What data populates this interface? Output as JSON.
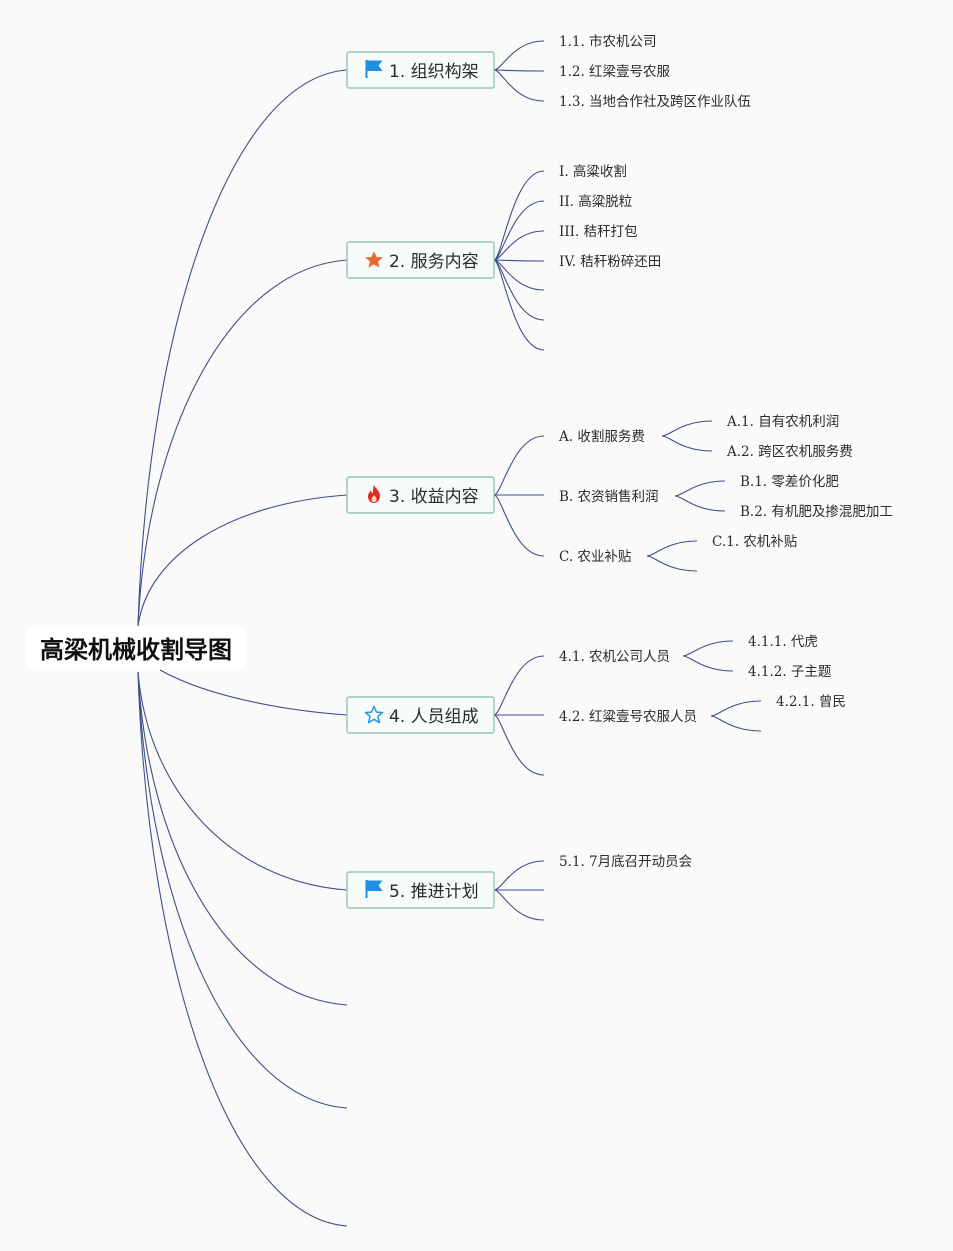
{
  "title": "高梁机械收割导图",
  "colors": {
    "edge": "#3e4f8c",
    "box_border": "#93c4bd",
    "flag": "#1f8fe0",
    "star_orange": "#e8692d",
    "fire": "#e8281a",
    "star_outline": "#1f9ae0"
  },
  "branches": [
    {
      "icon": "flag-icon",
      "label": "1. 组织构架",
      "children": [
        {
          "label": "1.1. 市农机公司",
          "children": []
        },
        {
          "label": "1.2. 红梁壹号农服",
          "children": []
        },
        {
          "label": "1.3. 当地合作社及跨区作业队伍",
          "children": []
        }
      ]
    },
    {
      "icon": "star-icon",
      "label": "2. 服务内容",
      "children": [
        {
          "label": "I. 高粱收割",
          "children": []
        },
        {
          "label": "II. 高粱脱粒",
          "children": []
        },
        {
          "label": "III. 秸秆打包",
          "children": []
        },
        {
          "label": "IV. 秸秆粉碎还田",
          "children": []
        },
        {
          "label": "",
          "children": []
        },
        {
          "label": "",
          "children": []
        },
        {
          "label": "",
          "children": []
        }
      ]
    },
    {
      "icon": "fire-icon",
      "label": "3. 收益内容",
      "children": [
        {
          "label": "A. 收割服务费",
          "children": [
            {
              "label": "A.1. 自有农机利润"
            },
            {
              "label": "A.2. 跨区农机服务费"
            }
          ]
        },
        {
          "label": "B. 农资销售利润",
          "children": [
            {
              "label": "B.1. 零差价化肥"
            },
            {
              "label": "B.2. 有机肥及掺混肥加工"
            }
          ]
        },
        {
          "label": "C. 农业补贴",
          "children": [
            {
              "label": "C.1. 农机补贴"
            },
            {
              "label": ""
            }
          ]
        }
      ]
    },
    {
      "icon": "star-outline-icon",
      "label": "4. 人员组成",
      "children": [
        {
          "label": "4.1. 农机公司人员",
          "children": [
            {
              "label": "4.1.1. 代虎"
            },
            {
              "label": "4.1.2. 子主题"
            }
          ]
        },
        {
          "label": "4.2. 红粱壹号农服人员",
          "children": [
            {
              "label": "4.2.1. 曾民"
            },
            {
              "label": ""
            }
          ]
        },
        {
          "label": "",
          "children": []
        }
      ]
    },
    {
      "icon": "flag-icon",
      "label": "5. 推进计划",
      "children": [
        {
          "label": "5.1. 7月底召开动员会",
          "children": []
        },
        {
          "label": "",
          "children": []
        },
        {
          "label": "",
          "children": []
        }
      ]
    },
    {
      "icon": "",
      "label": "",
      "children": []
    },
    {
      "icon": "",
      "label": "",
      "children": []
    },
    {
      "icon": "",
      "label": "",
      "children": []
    }
  ]
}
